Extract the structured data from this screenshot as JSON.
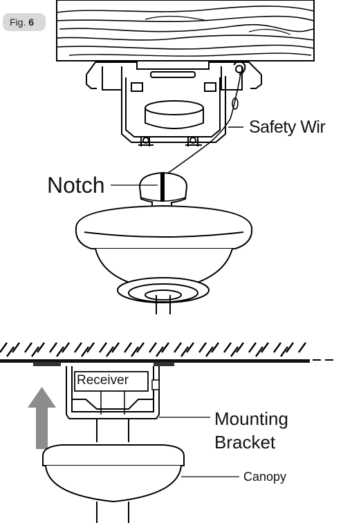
{
  "figure": {
    "prefix": "Fig.",
    "number": "6"
  },
  "top_diagram": {
    "labels": {
      "safety_wire": "Safety Wir",
      "notch": "Notch"
    }
  },
  "bottom_diagram": {
    "labels": {
      "receiver": "Receiver",
      "mounting_bracket_line1": "Mounting",
      "mounting_bracket_line2": "Bracket",
      "canopy": "Canopy"
    },
    "arrow_color": "#8c8c8c"
  }
}
